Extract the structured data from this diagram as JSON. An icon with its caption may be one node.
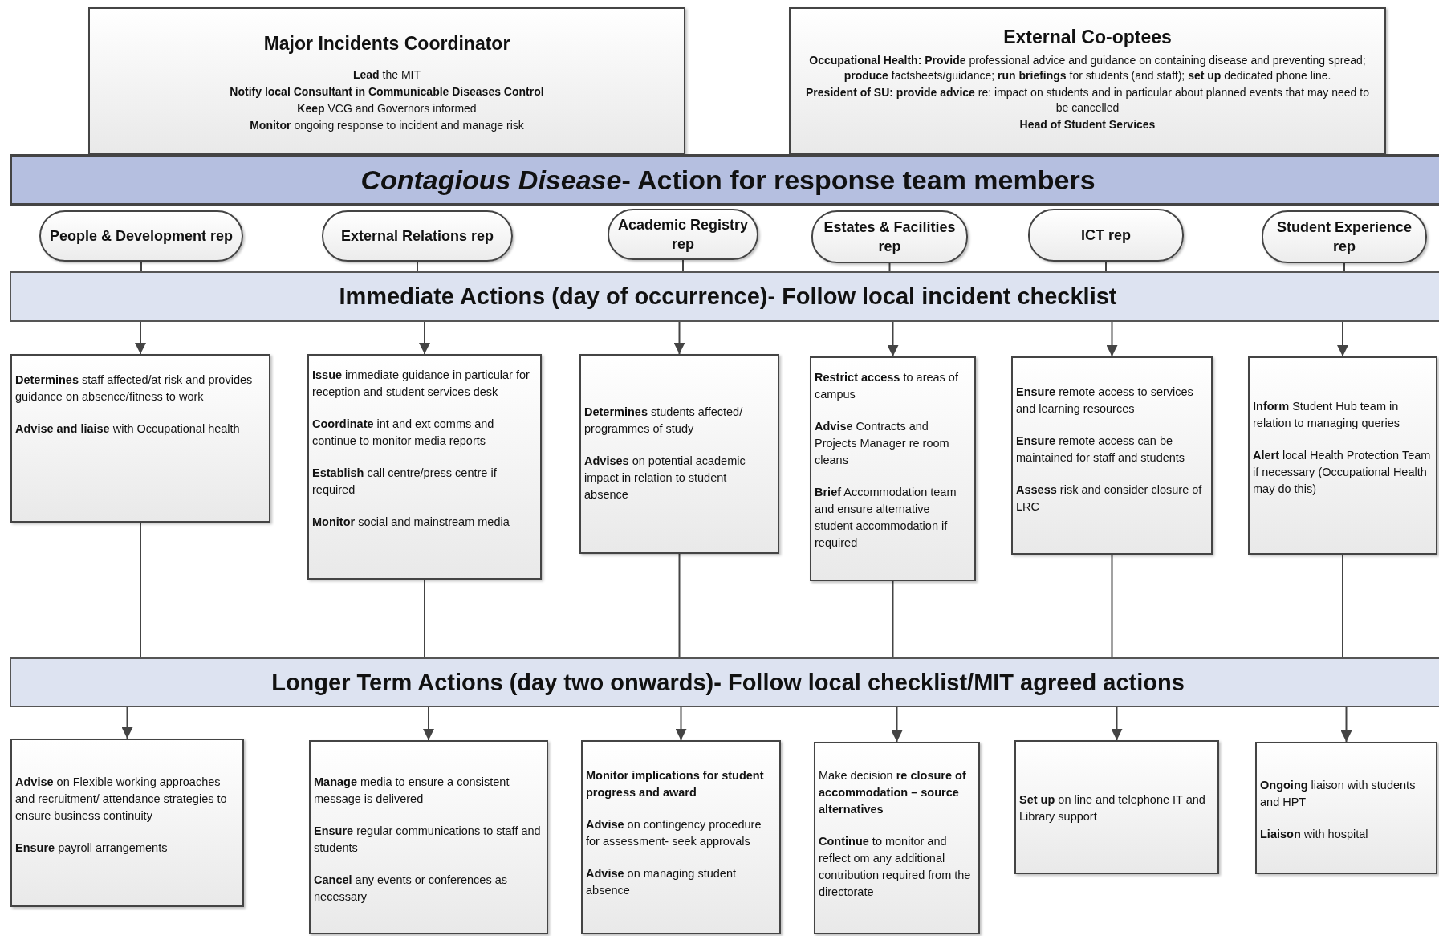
{
  "diagram": {
    "nodes": [
      {
        "text": [
          "Major Incidents Coordinator",
          "**Lead** the MIT",
          "**Notify local Consultant in Communicable Diseases Control**",
          "**Keep** VCG and Governors informed",
          "**Monitor** ongoing response to incident and manage risk"
        ]
      },
      {
        "text": [
          "External Co-optees",
          "**Occupational Health: Provide** professional advice and guidance on containing disease and preventing spread; **produce** factsheets/guidance; **run briefings** for students (and staff); **set up** dedicated phone line.",
          "**President of SU: provide advice** re: impact on students and in particular about planned events that may need to be cancelled",
          "**Head of Student Services**"
        ]
      },
      {
        "text": [
          "*Contagious Disease*- Action for response team members"
        ]
      },
      {
        "text": [
          "People & Development rep"
        ]
      },
      {
        "text": [
          "External Relations rep"
        ]
      },
      {
        "text": [
          "Academic Registry rep"
        ]
      },
      {
        "text": [
          "Estates & Facilities rep"
        ]
      },
      {
        "text": [
          "ICT rep"
        ]
      },
      {
        "text": [
          "Student Experience rep"
        ]
      },
      {
        "text": [
          "Immediate Actions (day of occurrence)- Follow local incident checklist"
        ]
      },
      {
        "text": [
          "**Determines** staff affected/at risk and provides guidance on absence/fitness to work",
          "**Advise and liaise** with Occupational health"
        ]
      },
      {
        "text": [
          "**Issue** immediate guidance in particular for reception and student services desk",
          "**Coordinate** int and ext comms and continue to monitor media reports",
          "**Establish** call centre/press centre if required",
          "**Monitor** social and mainstream media"
        ]
      },
      {
        "text": [
          "**Determines** students affected/ programmes of study",
          "**Advises** on potential academic impact in relation to student absence"
        ]
      },
      {
        "text": [
          "**Restrict access** to areas of campus",
          "**Advise** Contracts and Projects Manager re room cleans",
          "**Brief** Accommodation team and ensure alternative student accommodation if required"
        ]
      },
      {
        "text": [
          "**Ensure** remote access to services and learning resources",
          "**Ensure** remote access can be maintained for staff and students",
          "**Assess** risk and consider closure of LRC"
        ]
      },
      {
        "text": [
          "**Inform** Student Hub team in relation to managing queries",
          "**Alert** local Health Protection Team if necessary (Occupational Health may do this)"
        ]
      },
      {
        "text": [
          "Longer Term Actions (day two onwards)- Follow local checklist/MIT agreed actions"
        ]
      },
      {
        "text": [
          "**Advise** on Flexible working approaches and recruitment/ attendance strategies to ensure business continuity",
          "**Ensure** payroll arrangements"
        ]
      },
      {
        "text": [
          "**Manage** media to ensure a consistent message is delivered",
          "**Ensure** regular communications to staff and students",
          "**Cancel** any events or conferences as necessary"
        ]
      },
      {
        "text": [
          "**Monitor implications for student progress and award**",
          "**Advise** on contingency procedure for assessment- seek approvals",
          "**Advise** on managing student absence"
        ]
      },
      {
        "text": [
          "Make decision **re closure of accommodation – source alternatives**",
          "**Continue** to monitor and reflect om any additional contribution required from the directorate"
        ]
      },
      {
        "text": [
          "**Set up** on line and telephone IT and Library support"
        ]
      },
      {
        "text": [
          "**Ongoing** liaison with students and HPT",
          "**Liaison** with hospital"
        ]
      }
    ],
    "edges": [
      {
        "from": 3,
        "to": 9,
        "arrow": "none"
      },
      {
        "from": 4,
        "to": 9,
        "arrow": "none"
      },
      {
        "from": 5,
        "to": 9,
        "arrow": "none"
      },
      {
        "from": 6,
        "to": 9,
        "arrow": "none"
      },
      {
        "from": 7,
        "to": 9,
        "arrow": "none"
      },
      {
        "from": 8,
        "to": 9,
        "arrow": "none"
      },
      {
        "from": 9,
        "to": 10,
        "arrow": "to"
      },
      {
        "from": 9,
        "to": 11,
        "arrow": "to"
      },
      {
        "from": 9,
        "to": 12,
        "arrow": "to"
      },
      {
        "from": 9,
        "to": 13,
        "arrow": "to"
      },
      {
        "from": 9,
        "to": 14,
        "arrow": "to"
      },
      {
        "from": 9,
        "to": 15,
        "arrow": "to"
      },
      {
        "from": 10,
        "to": 16,
        "arrow": "none"
      },
      {
        "from": 11,
        "to": 16,
        "arrow": "none"
      },
      {
        "from": 12,
        "to": 16,
        "arrow": "none"
      },
      {
        "from": 13,
        "to": 16,
        "arrow": "none"
      },
      {
        "from": 14,
        "to": 16,
        "arrow": "none"
      },
      {
        "from": 15,
        "to": 16,
        "arrow": "none"
      },
      {
        "from": 16,
        "to": 17,
        "arrow": "to"
      },
      {
        "from": 16,
        "to": 18,
        "arrow": "to"
      },
      {
        "from": 16,
        "to": 19,
        "arrow": "to"
      },
      {
        "from": 16,
        "to": 20,
        "arrow": "to"
      },
      {
        "from": 16,
        "to": 21,
        "arrow": "to"
      },
      {
        "from": 16,
        "to": 22,
        "arrow": "to"
      }
    ]
  }
}
